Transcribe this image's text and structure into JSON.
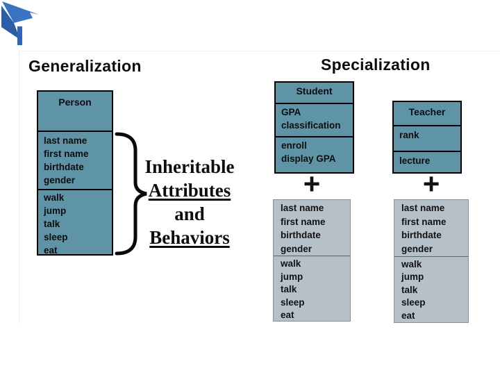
{
  "headings": {
    "generalization": "Generalization",
    "specialization": "Specialization"
  },
  "person_class": {
    "title": "Person",
    "attributes": [
      "last name",
      "first name",
      "birthdate",
      "gender"
    ],
    "behaviors": [
      "walk",
      "jump",
      "talk",
      "sleep",
      "eat"
    ]
  },
  "annotation": {
    "brace_icon": "curly-brace",
    "lines": [
      {
        "text": "Inheritable",
        "underline": false
      },
      {
        "text": "Attributes",
        "underline": true
      },
      {
        "text": "and",
        "underline": false
      },
      {
        "text": "Behaviors",
        "underline": true
      }
    ]
  },
  "student_class": {
    "title": "Student",
    "attributes": [
      "GPA",
      "classification"
    ],
    "behaviors": [
      "enroll",
      "display GPA"
    ]
  },
  "teacher_class": {
    "title": "Teacher",
    "attributes": [
      "rank"
    ],
    "behaviors": [
      "lecture"
    ]
  },
  "plus_sign": "+",
  "inherited_members": {
    "attributes": [
      "last name",
      "first name",
      "birthdate",
      "gender"
    ],
    "behaviors": [
      "walk",
      "jump",
      "talk",
      "sleep",
      "eat"
    ]
  },
  "icons": {
    "logo": "bent-arrow"
  },
  "colors": {
    "class_fill": "#5f94a7",
    "class_border": "#000000",
    "inherited_fill": "#b6c0c8",
    "inherited_border": "#878f96",
    "logo_blue": "#3a73c3",
    "logo_blue_dark": "#2b5dab",
    "text": "#0d0d0d",
    "background": "#ffffff"
  }
}
